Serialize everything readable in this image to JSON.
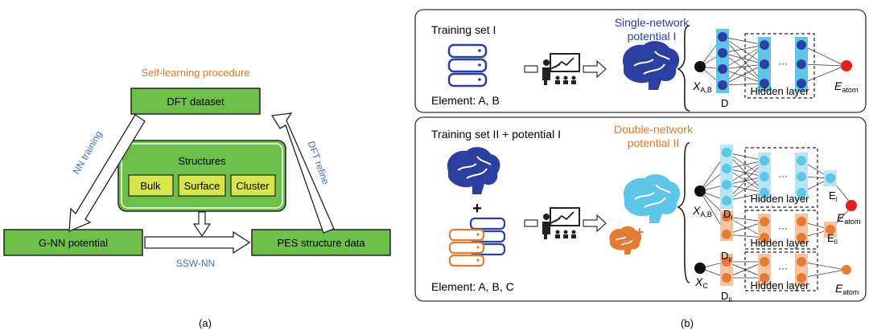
{
  "panel_a": {
    "title": "Self-learning procedure",
    "dft_dataset": "DFT dataset",
    "structures_title": "Structures",
    "structures": [
      "Bulk",
      "Surface",
      "Cluster"
    ],
    "gnn": "G-NN potential",
    "pes": "PES structure data",
    "nn_training": "NN training",
    "dft_refine": "DFT refine",
    "ssw_nn": "SSW-NN",
    "caption": "(a)"
  },
  "panel_b": {
    "caption": "(b)",
    "top": {
      "training_set": "Training set I",
      "element": "Element: A, B",
      "model_line1": "Single-network",
      "model_line2": "potential I",
      "x_main": "X",
      "x_sub": "A,B",
      "d_label": "D",
      "hidden_layer": "Hidden layer",
      "e_main": "E",
      "e_sub": "atom",
      "ellipsis": "···"
    },
    "bottom": {
      "training_set": "Training set II + potential I",
      "element": "Element: A, B, C",
      "model_line1": "Double-network",
      "model_line2": "potential II",
      "plus": "+",
      "x_ab_main": "X",
      "x_ab_sub": "A,B",
      "x_c_main": "X",
      "x_c_sub": "C",
      "d1_main": "D",
      "d1_sub": "I",
      "d2_main": "D",
      "d2_sub": "II",
      "d3_main": "D",
      "d3_sub": "II",
      "hidden_layer_1": "Hidden layer",
      "hidden_layer_2": "Hidden layer",
      "hidden_layer_3": "Hidden layer",
      "e1_main": "E",
      "e1_sub": "I",
      "e2_main": "E",
      "e2_sub": "II",
      "eatom_main": "E",
      "eatom_sub": "atom",
      "eatom3_main": "E",
      "eatom3_sub": "atom",
      "ellipsis": "···"
    }
  },
  "colors": {
    "green_box": "#6cc04a",
    "yellow_box": "#d7e64a",
    "navy": "#2a3f9e",
    "cyan": "#5ec5e6",
    "orange": "#e57c36",
    "red": "#e02020",
    "blue_text": "#3a6fbf",
    "orange_text": "#e0782f"
  }
}
